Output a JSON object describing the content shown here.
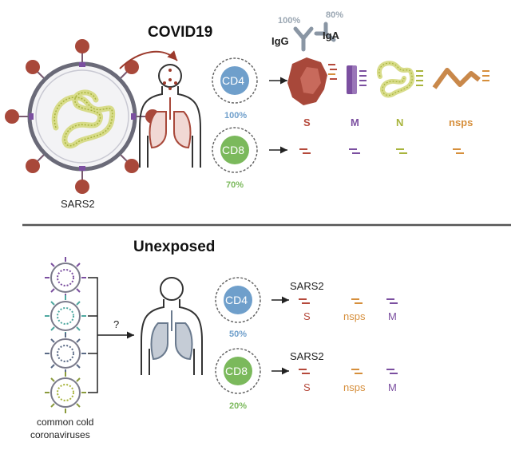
{
  "covid": {
    "title": "COVID19",
    "virus_label": "SARS2",
    "cd4": {
      "label": "CD4",
      "percent": "100%"
    },
    "cd8": {
      "label": "CD8",
      "percent": "70%"
    },
    "antibodies": {
      "igg": {
        "label": "IgG",
        "percent": "100%"
      },
      "iga": {
        "label": "IgA",
        "percent": "80%"
      }
    },
    "targets": [
      {
        "label": "S",
        "color": "#b5493b"
      },
      {
        "label": "M",
        "color": "#7b4fa0"
      },
      {
        "label": "N",
        "color": "#a8b43c"
      },
      {
        "label": "nsps",
        "color": "#d68f3c"
      }
    ]
  },
  "unexposed": {
    "title": "Unexposed",
    "question": "?",
    "source_label_line1": "common cold",
    "source_label_line2": "coronaviruses",
    "cd4": {
      "label": "CD4",
      "percent": "50%",
      "heading": "SARS2"
    },
    "cd8": {
      "label": "CD8",
      "percent": "20%",
      "heading": "SARS2"
    },
    "targets": [
      {
        "label": "S",
        "color": "#b5493b"
      },
      {
        "label": "nsps",
        "color": "#d68f3c"
      },
      {
        "label": "M",
        "color": "#7b4fa0"
      }
    ]
  },
  "colors": {
    "cd4": "#6f9fcb",
    "cd8": "#7bb95c",
    "lung_covid": "#b5493b",
    "lung_unexposed": "#8a99ad",
    "divider": "#555555"
  }
}
